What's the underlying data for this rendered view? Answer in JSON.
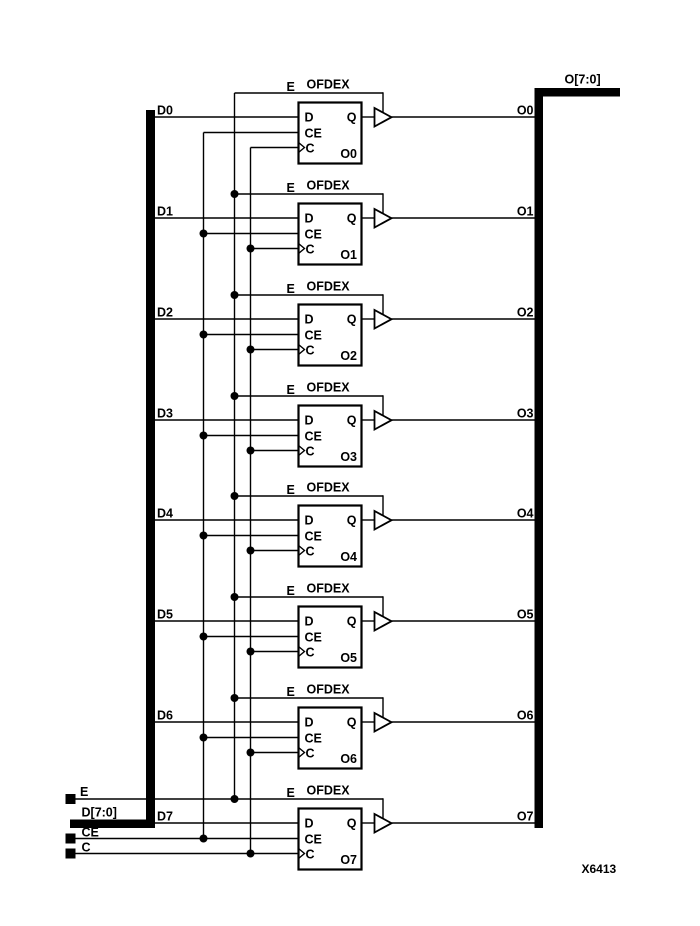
{
  "figure": {
    "id_label": "X6413",
    "ink_color": "#000000",
    "background_color": "#ffffff"
  },
  "buses": {
    "input": {
      "label": "D[7:0]"
    },
    "output": {
      "label": "O[7:0]"
    }
  },
  "control_terminals": {
    "enable": "E",
    "clock_enable": "CE",
    "clock": "C"
  },
  "ff": {
    "type_label": "OFDEX",
    "enable_label": "E",
    "port_d": "D",
    "port_ce": "CE",
    "port_c": "C",
    "port_q": "Q"
  },
  "channels": [
    {
      "input_label": "D0",
      "instance_label": "O0",
      "output_label": "O0"
    },
    {
      "input_label": "D1",
      "instance_label": "O1",
      "output_label": "O1"
    },
    {
      "input_label": "D2",
      "instance_label": "O2",
      "output_label": "O2"
    },
    {
      "input_label": "D3",
      "instance_label": "O3",
      "output_label": "O3"
    },
    {
      "input_label": "D4",
      "instance_label": "O4",
      "output_label": "O4"
    },
    {
      "input_label": "D5",
      "instance_label": "O5",
      "output_label": "O5"
    },
    {
      "input_label": "D6",
      "instance_label": "O6",
      "output_label": "O6"
    },
    {
      "input_label": "D7",
      "instance_label": "O7",
      "output_label": "O7"
    }
  ]
}
